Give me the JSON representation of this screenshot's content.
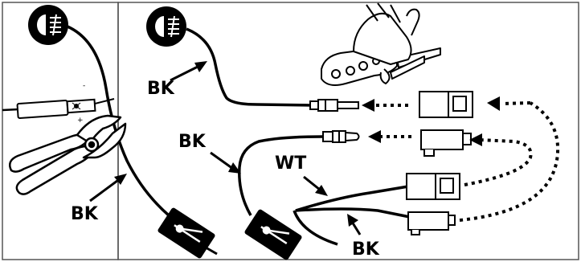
{
  "colors": {
    "ink": "#000000",
    "paper": "#ffffff",
    "panel_border": "#555555"
  },
  "icons": [
    "fog-lamp-icon",
    "fog-lamp-icon",
    "test-light-probe-icon",
    "pliers-icon",
    "crimp-tool-icon",
    "switch-icon",
    "switch-icon"
  ],
  "labels": {
    "left_bk": "BK",
    "top_bk": "BK",
    "mid_bk": "BK",
    "wt": "WT",
    "bottom_bk": "BK",
    "probe_mark_plus": "+",
    "probe_mark_minus": "-"
  }
}
